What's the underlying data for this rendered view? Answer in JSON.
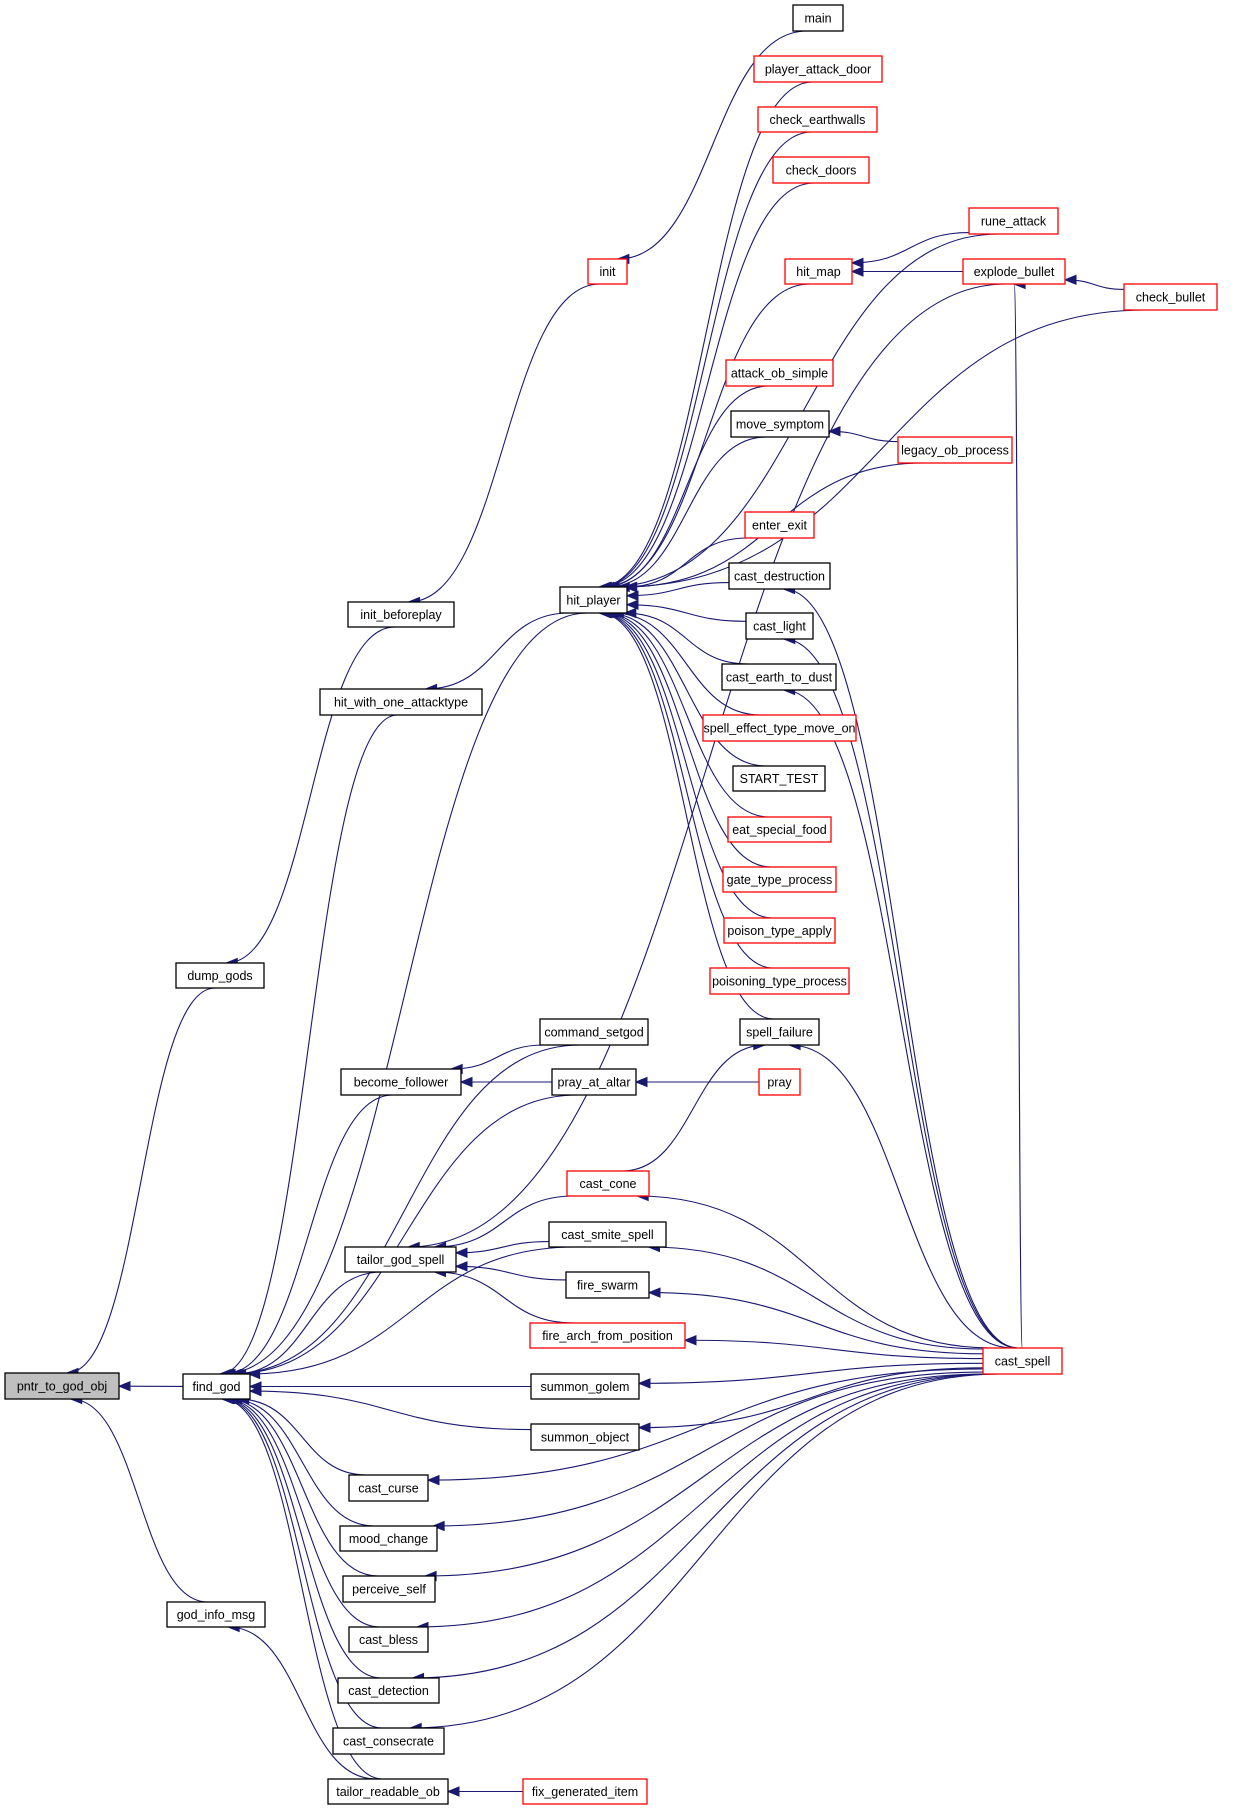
{
  "colors": {
    "edge": "#191970",
    "linked_border": "#000000",
    "external_border": "#ff0000",
    "focus_fill": "#bfbfbf"
  },
  "graph": {
    "focus": "pntr_to_god_obj",
    "nodes": [
      {
        "id": "pntr_to_god_obj",
        "label": "pntr_to_god_obj",
        "style": "focus"
      },
      {
        "id": "find_god",
        "label": "find_god",
        "style": "normal"
      },
      {
        "id": "dump_gods",
        "label": "dump_gods",
        "style": "normal"
      },
      {
        "id": "god_info_msg",
        "label": "god_info_msg",
        "style": "normal"
      },
      {
        "id": "init_beforeplay",
        "label": "init_beforeplay",
        "style": "normal"
      },
      {
        "id": "hit_with_one_attacktype",
        "label": "hit_with_one_attacktype",
        "style": "normal"
      },
      {
        "id": "init",
        "label": "init",
        "style": "red"
      },
      {
        "id": "main",
        "label": "main",
        "style": "normal"
      },
      {
        "id": "hit_player",
        "label": "hit_player",
        "style": "normal"
      },
      {
        "id": "player_attack_door",
        "label": "player_attack_door",
        "style": "red"
      },
      {
        "id": "check_earthwalls",
        "label": "check_earthwalls",
        "style": "red"
      },
      {
        "id": "check_doors",
        "label": "check_doors",
        "style": "red"
      },
      {
        "id": "rune_attack",
        "label": "rune_attack",
        "style": "red"
      },
      {
        "id": "hit_map",
        "label": "hit_map",
        "style": "red"
      },
      {
        "id": "explode_bullet",
        "label": "explode_bullet",
        "style": "red"
      },
      {
        "id": "check_bullet",
        "label": "check_bullet",
        "style": "red"
      },
      {
        "id": "attack_ob_simple",
        "label": "attack_ob_simple",
        "style": "red"
      },
      {
        "id": "move_symptom",
        "label": "move_symptom",
        "style": "normal"
      },
      {
        "id": "legacy_ob_process",
        "label": "legacy_ob_process",
        "style": "red"
      },
      {
        "id": "enter_exit",
        "label": "enter_exit",
        "style": "red"
      },
      {
        "id": "cast_destruction",
        "label": "cast_destruction",
        "style": "normal"
      },
      {
        "id": "cast_light",
        "label": "cast_light",
        "style": "normal"
      },
      {
        "id": "cast_earth_to_dust",
        "label": "cast_earth_to_dust",
        "style": "normal"
      },
      {
        "id": "spell_effect_type_move_on",
        "label": "spell_effect_type_move_on",
        "style": "red"
      },
      {
        "id": "START_TEST",
        "label": "START_TEST",
        "style": "normal"
      },
      {
        "id": "eat_special_food",
        "label": "eat_special_food",
        "style": "red"
      },
      {
        "id": "gate_type_process",
        "label": "gate_type_process",
        "style": "red"
      },
      {
        "id": "poison_type_apply",
        "label": "poison_type_apply",
        "style": "red"
      },
      {
        "id": "poisoning_type_process",
        "label": "poisoning_type_process",
        "style": "red"
      },
      {
        "id": "spell_failure",
        "label": "spell_failure",
        "style": "normal"
      },
      {
        "id": "command_setgod",
        "label": "command_setgod",
        "style": "normal"
      },
      {
        "id": "become_follower",
        "label": "become_follower",
        "style": "normal"
      },
      {
        "id": "pray_at_altar",
        "label": "pray_at_altar",
        "style": "normal"
      },
      {
        "id": "pray",
        "label": "pray",
        "style": "red"
      },
      {
        "id": "cast_cone",
        "label": "cast_cone",
        "style": "red"
      },
      {
        "id": "tailor_god_spell",
        "label": "tailor_god_spell",
        "style": "normal"
      },
      {
        "id": "cast_smite_spell",
        "label": "cast_smite_spell",
        "style": "normal"
      },
      {
        "id": "fire_swarm",
        "label": "fire_swarm",
        "style": "normal"
      },
      {
        "id": "fire_arch_from_position",
        "label": "fire_arch_from_position",
        "style": "red"
      },
      {
        "id": "cast_spell",
        "label": "cast_spell",
        "style": "red"
      },
      {
        "id": "summon_golem",
        "label": "summon_golem",
        "style": "normal"
      },
      {
        "id": "summon_object",
        "label": "summon_object",
        "style": "normal"
      },
      {
        "id": "cast_curse",
        "label": "cast_curse",
        "style": "normal"
      },
      {
        "id": "mood_change",
        "label": "mood_change",
        "style": "normal"
      },
      {
        "id": "perceive_self",
        "label": "perceive_self",
        "style": "normal"
      },
      {
        "id": "cast_bless",
        "label": "cast_bless",
        "style": "normal"
      },
      {
        "id": "cast_detection",
        "label": "cast_detection",
        "style": "normal"
      },
      {
        "id": "cast_consecrate",
        "label": "cast_consecrate",
        "style": "normal"
      },
      {
        "id": "tailor_readable_ob",
        "label": "tailor_readable_ob",
        "style": "normal"
      },
      {
        "id": "fix_generated_item",
        "label": "fix_generated_item",
        "style": "red"
      }
    ],
    "edges": [
      [
        "find_god",
        "pntr_to_god_obj"
      ],
      [
        "dump_gods",
        "pntr_to_god_obj"
      ],
      [
        "god_info_msg",
        "pntr_to_god_obj"
      ],
      [
        "init_beforeplay",
        "dump_gods"
      ],
      [
        "init",
        "init_beforeplay"
      ],
      [
        "main",
        "init"
      ],
      [
        "hit_player",
        "hit_with_one_attacktype"
      ],
      [
        "hit_with_one_attacktype",
        "find_god"
      ],
      [
        "player_attack_door",
        "hit_player"
      ],
      [
        "check_earthwalls",
        "hit_player"
      ],
      [
        "check_doors",
        "hit_player"
      ],
      [
        "rune_attack",
        "hit_player"
      ],
      [
        "hit_map",
        "hit_player"
      ],
      [
        "check_bullet",
        "hit_player"
      ],
      [
        "attack_ob_simple",
        "hit_player"
      ],
      [
        "move_symptom",
        "hit_player"
      ],
      [
        "legacy_ob_process",
        "hit_player"
      ],
      [
        "enter_exit",
        "hit_player"
      ],
      [
        "cast_destruction",
        "hit_player"
      ],
      [
        "cast_light",
        "hit_player"
      ],
      [
        "cast_earth_to_dust",
        "hit_player"
      ],
      [
        "spell_effect_type_move_on",
        "hit_player"
      ],
      [
        "START_TEST",
        "hit_player"
      ],
      [
        "eat_special_food",
        "hit_player"
      ],
      [
        "gate_type_process",
        "hit_player"
      ],
      [
        "poison_type_apply",
        "hit_player"
      ],
      [
        "poisoning_type_process",
        "hit_player"
      ],
      [
        "spell_failure",
        "hit_player"
      ],
      [
        "rune_attack",
        "hit_map"
      ],
      [
        "explode_bullet",
        "hit_map"
      ],
      [
        "check_bullet",
        "explode_bullet"
      ],
      [
        "legacy_ob_process",
        "move_symptom"
      ],
      [
        "cast_spell",
        "cast_destruction"
      ],
      [
        "cast_spell",
        "cast_light"
      ],
      [
        "cast_spell",
        "cast_earth_to_dust"
      ],
      [
        "cast_spell",
        "spell_failure"
      ],
      [
        "cast_spell",
        "explode_bullet"
      ],
      [
        "cast_cone",
        "spell_failure"
      ],
      [
        "pray",
        "pray_at_altar"
      ],
      [
        "command_setgod",
        "become_follower"
      ],
      [
        "pray_at_altar",
        "become_follower"
      ],
      [
        "command_setgod",
        "find_god"
      ],
      [
        "become_follower",
        "find_god"
      ],
      [
        "pray_at_altar",
        "find_god"
      ],
      [
        "cast_cone",
        "tailor_god_spell"
      ],
      [
        "cast_smite_spell",
        "tailor_god_spell"
      ],
      [
        "fire_swarm",
        "tailor_god_spell"
      ],
      [
        "fire_arch_from_position",
        "tailor_god_spell"
      ],
      [
        "explode_bullet",
        "tailor_god_spell"
      ],
      [
        "tailor_god_spell",
        "find_god"
      ],
      [
        "cast_smite_spell",
        "find_god"
      ],
      [
        "hit_player",
        "find_god"
      ],
      [
        "summon_golem",
        "find_god"
      ],
      [
        "summon_object",
        "find_god"
      ],
      [
        "cast_curse",
        "find_god"
      ],
      [
        "mood_change",
        "find_god"
      ],
      [
        "perceive_self",
        "find_god"
      ],
      [
        "cast_bless",
        "find_god"
      ],
      [
        "cast_detection",
        "find_god"
      ],
      [
        "cast_consecrate",
        "find_god"
      ],
      [
        "tailor_readable_ob",
        "find_god"
      ],
      [
        "cast_spell",
        "cast_cone"
      ],
      [
        "cast_spell",
        "cast_smite_spell"
      ],
      [
        "cast_spell",
        "fire_swarm"
      ],
      [
        "cast_spell",
        "fire_arch_from_position"
      ],
      [
        "cast_spell",
        "summon_golem"
      ],
      [
        "cast_spell",
        "summon_object"
      ],
      [
        "cast_spell",
        "cast_curse"
      ],
      [
        "cast_spell",
        "mood_change"
      ],
      [
        "cast_spell",
        "perceive_self"
      ],
      [
        "cast_spell",
        "cast_bless"
      ],
      [
        "cast_spell",
        "cast_detection"
      ],
      [
        "cast_spell",
        "cast_consecrate"
      ],
      [
        "tailor_readable_ob",
        "god_info_msg"
      ],
      [
        "fix_generated_item",
        "tailor_readable_ob"
      ]
    ]
  }
}
